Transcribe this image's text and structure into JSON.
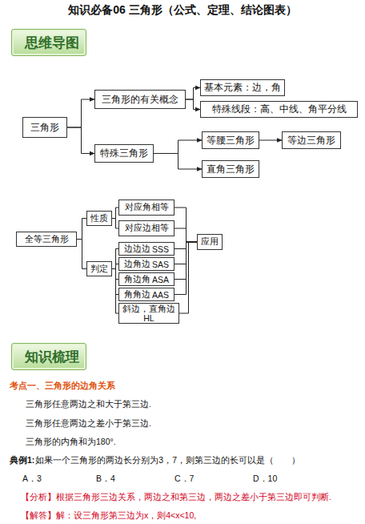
{
  "diagram": {
    "title": "知识必备06 三角形（公式、定理、结论图表）",
    "nodes": [
      {
        "text": [
          "思维导图"
        ]
      },
      {
        "text": [
          "三角形"
        ]
      },
      {
        "text": [
          "三角形的有关概念"
        ]
      },
      {
        "text": [
          "基本元素：边，角"
        ]
      },
      {
        "text": [
          "特殊线段：高、中线、角平分线"
        ]
      },
      {
        "text": [
          "特殊三角形"
        ]
      },
      {
        "text": [
          "等腰三角形"
        ]
      },
      {
        "text": [
          "等边三角形"
        ]
      },
      {
        "text": [
          "直角三角形"
        ]
      },
      {
        "text": [
          "全等三角形"
        ]
      },
      {
        "text": [
          "性质"
        ]
      },
      {
        "text": [
          "对应角相等"
        ]
      },
      {
        "text": [
          "对应边相等"
        ]
      },
      {
        "text": [
          "判定"
        ]
      },
      {
        "text": [
          "边边边",
          "SSS"
        ]
      },
      {
        "text": [
          "边角边",
          "SAS"
        ]
      },
      {
        "text": [
          "角边角",
          "ASA"
        ]
      },
      {
        "text": [
          "角角边",
          "AAS"
        ]
      },
      {
        "text": [
          "斜边，直角边",
          "HL"
        ]
      },
      {
        "text": [
          "应用"
        ]
      },
      {
        "text": [
          "知识梳理"
        ]
      }
    ],
    "edges": [
      {
        "from": 1,
        "to": 2,
        "arrow": "to"
      },
      {
        "from": 1,
        "to": 5,
        "arrow": "to"
      },
      {
        "from": 2,
        "to": 3,
        "arrow": "to"
      },
      {
        "from": 2,
        "to": 4,
        "arrow": "to"
      },
      {
        "from": 5,
        "to": 6,
        "arrow": "to"
      },
      {
        "from": 6,
        "to": 7,
        "arrow": "to"
      },
      {
        "from": 5,
        "to": 8,
        "arrow": "to"
      },
      {
        "from": 9,
        "to": 10,
        "arrow": "none"
      },
      {
        "from": 9,
        "to": 13,
        "arrow": "none"
      },
      {
        "from": 10,
        "to": 11,
        "arrow": "none"
      },
      {
        "from": 10,
        "to": 12,
        "arrow": "none"
      },
      {
        "from": 13,
        "to": 14,
        "arrow": "none"
      },
      {
        "from": 13,
        "to": 15,
        "arrow": "none"
      },
      {
        "from": 13,
        "to": 16,
        "arrow": "none"
      },
      {
        "from": 13,
        "to": 17,
        "arrow": "none"
      },
      {
        "from": 13,
        "to": 18,
        "arrow": "none"
      },
      {
        "from": 11,
        "to": 19,
        "arrow": "none"
      },
      {
        "from": 12,
        "to": 19,
        "arrow": "none"
      },
      {
        "from": 14,
        "to": 19,
        "arrow": "none"
      },
      {
        "from": 15,
        "to": 19,
        "arrow": "none"
      },
      {
        "from": 16,
        "to": 19,
        "arrow": "none"
      },
      {
        "from": 17,
        "to": 19,
        "arrow": "none"
      },
      {
        "from": 18,
        "to": 19,
        "arrow": "none"
      }
    ],
    "labels": [
      "考点一、三角形的边角关系",
      "三角形任意两边之和大于第三边.",
      "三角形任意两边之差小于第三边.",
      "三角形的内角和为180°.",
      "典例1:",
      "如果一个三角形的两边长分别为3，7，则第三边的长可以是（　　）",
      "A．3",
      "B．4",
      "C．7",
      "D．10",
      "【分析】根据三角形三边关系，两边之和第三边，两边之差小于第三边即可判断.",
      "【解答】解：设三角形第三边为x，则4<x<10,"
    ]
  }
}
